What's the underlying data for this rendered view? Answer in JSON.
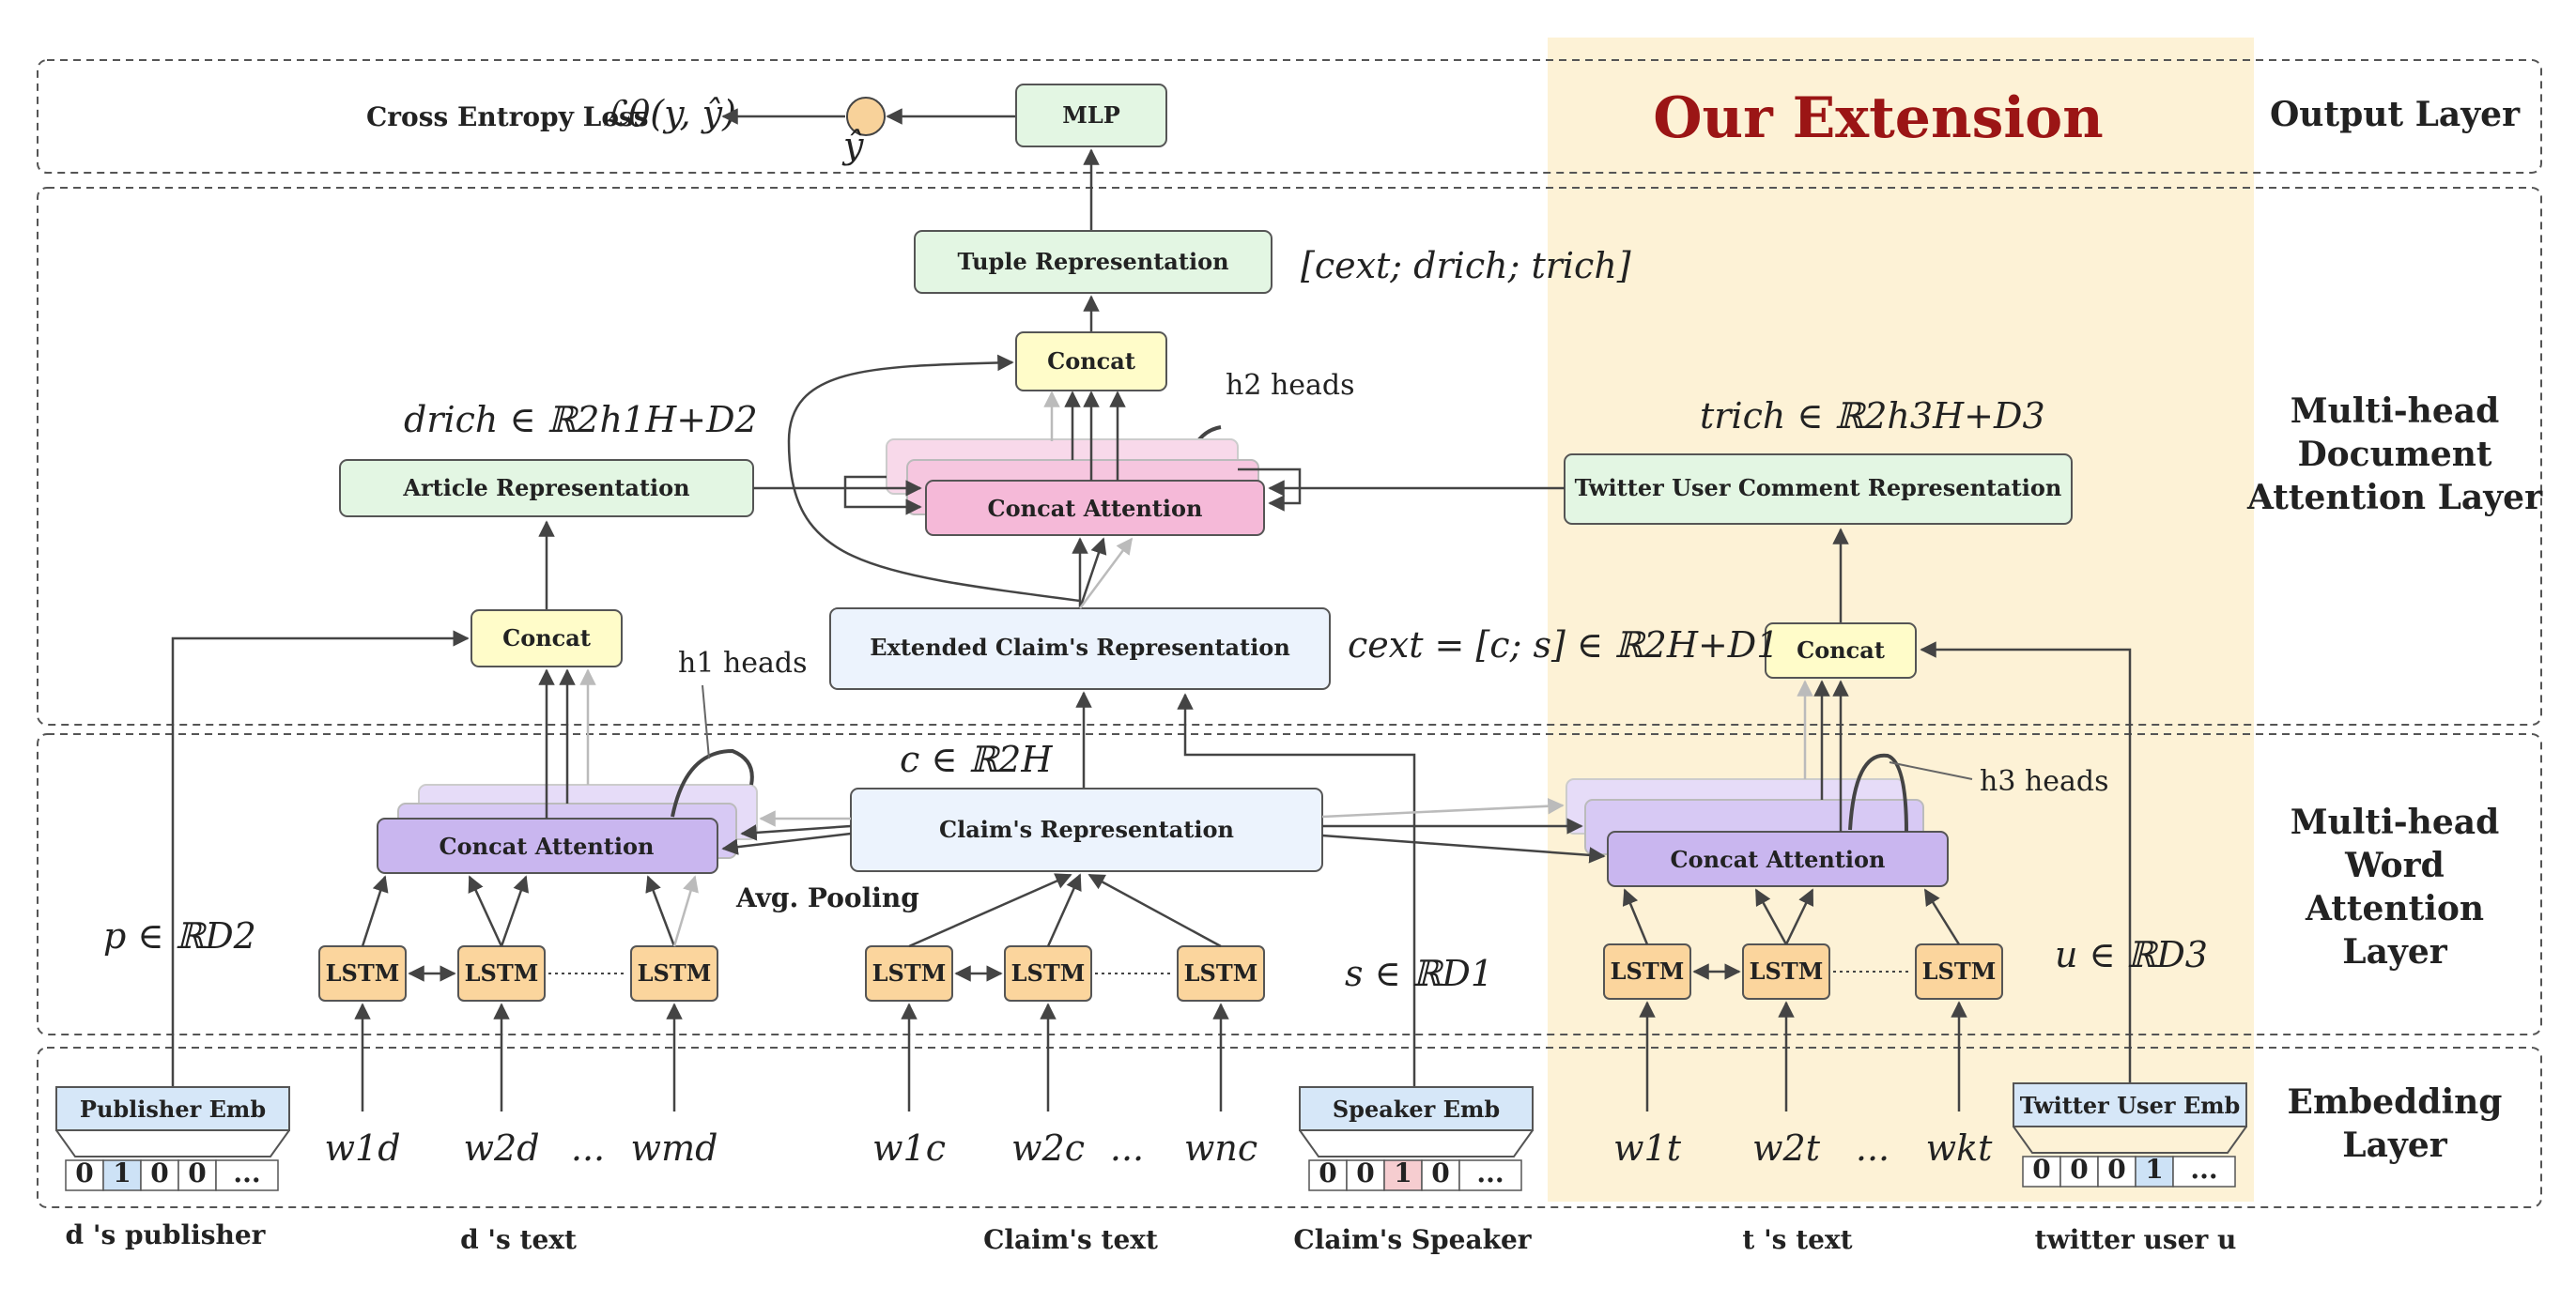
{
  "extension_title": "Our Extension",
  "layers": {
    "output": "Output Layer",
    "doc_attention": [
      "Multi-head",
      "Document",
      "Attention Layer"
    ],
    "word_attention": [
      "Multi-head",
      "Word",
      "Attention",
      "Layer"
    ],
    "embedding": [
      "Embedding",
      "Layer"
    ]
  },
  "output_layer": {
    "loss_text": "Cross Entropy Loss",
    "loss_math": "ℒθ(y, ŷ)",
    "y_hat": "ŷ",
    "mlp": "MLP"
  },
  "doc_layer": {
    "tuple_representation": "Tuple Representation",
    "tuple_formula": "[cext; drich; trich]",
    "concat_top": "Concat",
    "h2_heads": "h2 heads",
    "concat_attention": "Concat Attention",
    "article_representation": "Article Representation",
    "d_rich_formula": "drich ∈ ℝ2h1H+D2",
    "t_rich_formula": "trich ∈ ℝ2h3H+D3",
    "twitter_comment_representation": "Twitter User Comment Representation",
    "concat_left": "Concat",
    "concat_right": "Concat",
    "extended_claim": "Extended Claim's Representation",
    "c_ext_formula": "cext = [c; s] ∈ ℝ2H+D1"
  },
  "word_layer": {
    "h1_heads": "h1 heads",
    "h3_heads": "h3 heads",
    "concat_attention_left": "Concat Attention",
    "concat_attention_right": "Concat Attention",
    "claims_representation": "Claim's Representation",
    "c_formula": "c ∈ ℝ2H",
    "avg_pooling": "Avg. Pooling",
    "p_formula": "p ∈ ℝD2",
    "s_formula": "s ∈ ℝD1",
    "u_formula": "u ∈ ℝD3",
    "lstm_label": "LSTM"
  },
  "embedding_layer": {
    "publisher_emb": "Publisher Emb",
    "publisher_vector": [
      "0",
      "1",
      "0",
      "0",
      "..."
    ],
    "speaker_emb": "Speaker Emb",
    "speaker_vector": [
      "0",
      "0",
      "1",
      "0",
      "..."
    ],
    "twitter_user_emb": "Twitter User Emb",
    "twitter_vector": [
      "0",
      "0",
      "0",
      "1",
      "..."
    ],
    "doc_words": [
      "w1d",
      "w2d",
      "...",
      "wmd"
    ],
    "claim_words": [
      "w1c",
      "w2c",
      "...",
      "wnc"
    ],
    "tweet_words": [
      "w1t",
      "w2t",
      "...",
      "wkt"
    ]
  },
  "bottom_labels": {
    "publisher": "d 's publisher",
    "doc_text": "d 's text",
    "claim_text": "Claim's text",
    "claim_speaker": "Claim's Speaker",
    "tweet_text": "t 's text",
    "twitter_user": "twitter user u"
  },
  "colors": {
    "extension_bg": "#fdf2d6",
    "green_box": "#e3f6e3",
    "yellow_box": "#fffcc9",
    "pink_box": "#f5b9d8",
    "purple_box": "#c9b6ef",
    "blue_box": "#ecf3fd",
    "lstm_box": "#fbd59d",
    "emb_box": "#d6e7f8",
    "highlight_blue": "#cde2f6",
    "highlight_pink": "#f6cdd0",
    "title_red": "#9b1515"
  }
}
